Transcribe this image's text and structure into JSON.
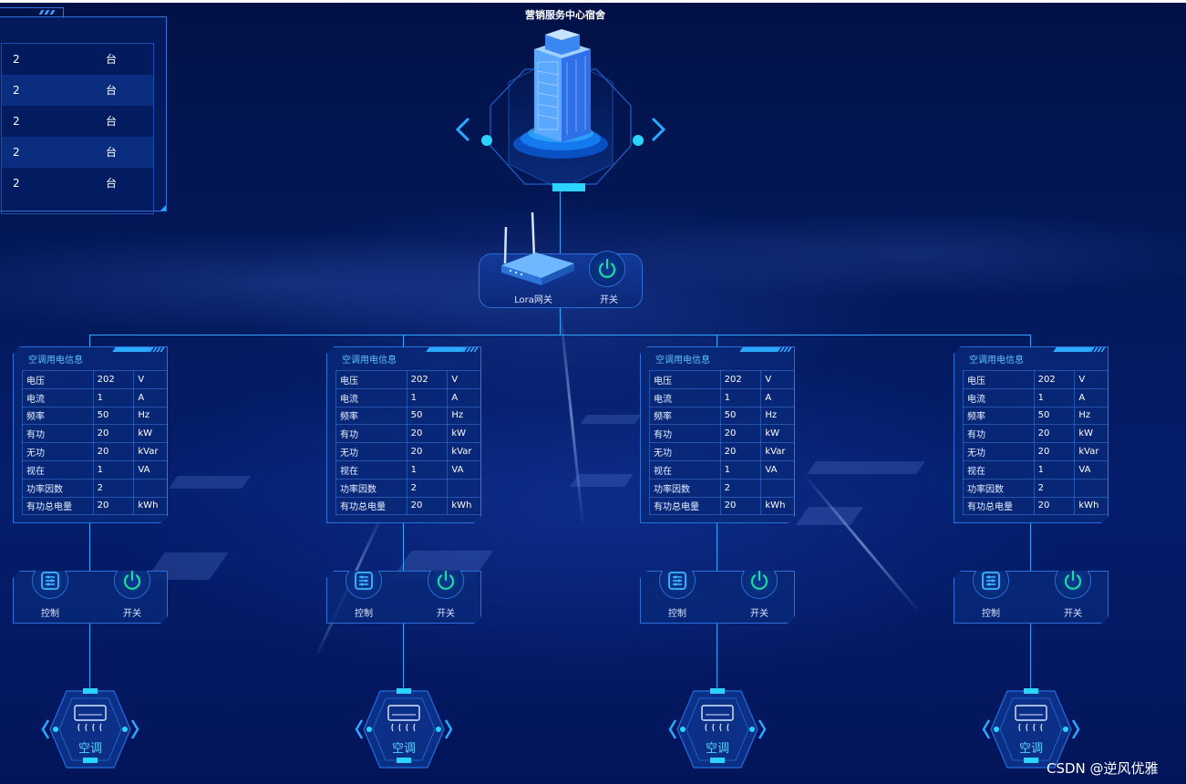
{
  "summary": {
    "rows": [
      {
        "count": "2",
        "unit": "台"
      },
      {
        "count": "2",
        "unit": "台"
      },
      {
        "count": "2",
        "unit": "台"
      },
      {
        "count": "2",
        "unit": "台"
      },
      {
        "count": "2",
        "unit": "台"
      }
    ]
  },
  "building": {
    "title": "营销服务中心宿舍"
  },
  "gateway": {
    "router_label": "Lora网关",
    "switch_label": "开关"
  },
  "cards": [
    {
      "title": "空调用电信息",
      "rows": [
        {
          "key": "电压",
          "value": "202",
          "unit": "V"
        },
        {
          "key": "电流",
          "value": "1",
          "unit": "A"
        },
        {
          "key": "频率",
          "value": "50",
          "unit": "Hz"
        },
        {
          "key": "有功",
          "value": "20",
          "unit": "kW"
        },
        {
          "key": "无功",
          "value": "20",
          "unit": "kVar"
        },
        {
          "key": "视在",
          "value": "1",
          "unit": "VA"
        },
        {
          "key": "功率因数",
          "value": "2",
          "unit": ""
        },
        {
          "key": "有功总电量",
          "value": "20",
          "unit": "kWh"
        }
      ],
      "control_label": "控制",
      "switch_label": "开关",
      "ac_label": "空调"
    },
    {
      "title": "空调用电信息",
      "rows": [
        {
          "key": "电压",
          "value": "202",
          "unit": "V"
        },
        {
          "key": "电流",
          "value": "1",
          "unit": "A"
        },
        {
          "key": "频率",
          "value": "50",
          "unit": "Hz"
        },
        {
          "key": "有功",
          "value": "20",
          "unit": "kW"
        },
        {
          "key": "无功",
          "value": "20",
          "unit": "kVar"
        },
        {
          "key": "视在",
          "value": "1",
          "unit": "VA"
        },
        {
          "key": "功率因数",
          "value": "2",
          "unit": ""
        },
        {
          "key": "有功总电量",
          "value": "20",
          "unit": "kWh"
        }
      ],
      "control_label": "控制",
      "switch_label": "开关",
      "ac_label": "空调"
    },
    {
      "title": "空调用电信息",
      "rows": [
        {
          "key": "电压",
          "value": "202",
          "unit": "V"
        },
        {
          "key": "电流",
          "value": "1",
          "unit": "A"
        },
        {
          "key": "频率",
          "value": "50",
          "unit": "Hz"
        },
        {
          "key": "有功",
          "value": "20",
          "unit": "kW"
        },
        {
          "key": "无功",
          "value": "20",
          "unit": "kVar"
        },
        {
          "key": "视在",
          "value": "1",
          "unit": "VA"
        },
        {
          "key": "功率因数",
          "value": "2",
          "unit": ""
        },
        {
          "key": "有功总电量",
          "value": "20",
          "unit": "kWh"
        }
      ],
      "control_label": "控制",
      "switch_label": "开关",
      "ac_label": "空调"
    },
    {
      "title": "空调用电信息",
      "rows": [
        {
          "key": "电压",
          "value": "202",
          "unit": "V"
        },
        {
          "key": "电流",
          "value": "1",
          "unit": "A"
        },
        {
          "key": "频率",
          "value": "50",
          "unit": "Hz"
        },
        {
          "key": "有功",
          "value": "20",
          "unit": "kW"
        },
        {
          "key": "无功",
          "value": "20",
          "unit": "kVar"
        },
        {
          "key": "视在",
          "value": "1",
          "unit": "VA"
        },
        {
          "key": "功率因数",
          "value": "2",
          "unit": ""
        },
        {
          "key": "有功总电量",
          "value": "20",
          "unit": "kWh"
        }
      ],
      "control_label": "控制",
      "switch_label": "开关",
      "ac_label": "空调"
    }
  ],
  "watermark": "CSDN @逆风优雅",
  "icons": {
    "building": "building-icon",
    "router": "router-icon",
    "power": "power-icon",
    "control": "control-panel-icon",
    "air_conditioner": "air-conditioner-icon"
  },
  "colors": {
    "background": "#03195c",
    "accent": "#2aa9ff",
    "title_text": "#5bc2ff",
    "power_green": "#1ed9a0",
    "ac_label": "#5bd0ff"
  }
}
